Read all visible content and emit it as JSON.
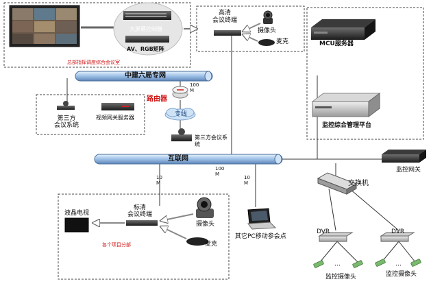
{
  "colors": {
    "network_pipe": "#9dbfe6",
    "pipe_edge": "#4a6f9c",
    "device_dark": "#2a2a2a",
    "device_silver": "#c9c9c9",
    "accent_red": "#d01818",
    "dash_border": "#555555"
  },
  "hq_room": {
    "screen_controller": "大屏幕控制器",
    "av_rgb_matrix": "AV、RGB矩阵",
    "caption": "总部指挥调度综合会议室"
  },
  "hd_terminal_top": {
    "label_line1": "高清",
    "label_line2": "会议终端",
    "camera": "摄像头",
    "mic": "麦克"
  },
  "mcu_panel": {
    "mcu_server": "MCU服务器",
    "monitor_platform": "监控综合管理平台"
  },
  "private_net": {
    "label": "中建六局专网",
    "bandwidth": "100 M",
    "router": "路由器",
    "leased_line": "专线"
  },
  "third_party_box": {
    "conf_system_line1": "第三方",
    "conf_system_line2": "会议系统",
    "gateway_server": "视频网关服务器"
  },
  "third_party_mid": {
    "label": "第三方会议系统"
  },
  "internet": {
    "label": "互联网",
    "bw_main": "100 M",
    "bw_left": "10 M",
    "bw_pc": "10 M"
  },
  "monitor_gateway": "监控网关",
  "switch": "交换机",
  "dvr_left": "DVR",
  "dvr_right": "DVR",
  "ellipsis": "…",
  "cameras_label": "监控摄像头",
  "branch": {
    "lcd_tv": "液晶电视",
    "terminal_line1": "标清",
    "terminal_line2": "会议终端",
    "camera": "摄像头",
    "mic": "麦克",
    "caption": "各个项目分部"
  },
  "mobile_pc": "其它PC移动参会点"
}
